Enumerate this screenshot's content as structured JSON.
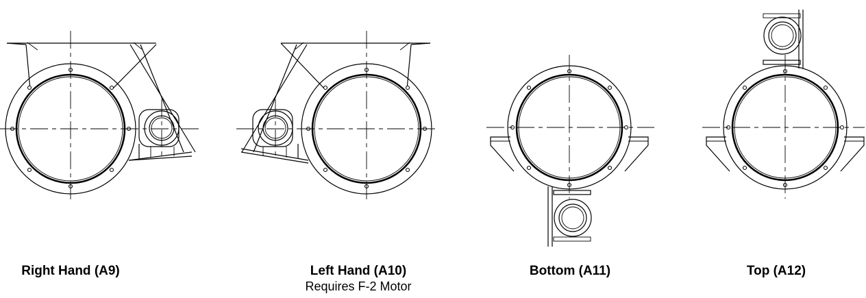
{
  "views": [
    {
      "id": "a9",
      "title": "Right Hand (A9)",
      "note": ""
    },
    {
      "id": "a10",
      "title": "Left Hand (A10)",
      "note": "Requires F-2 Motor"
    },
    {
      "id": "a11",
      "title": "Bottom (A11)",
      "note": ""
    },
    {
      "id": "a12",
      "title": "Top (A12)",
      "note": ""
    }
  ]
}
